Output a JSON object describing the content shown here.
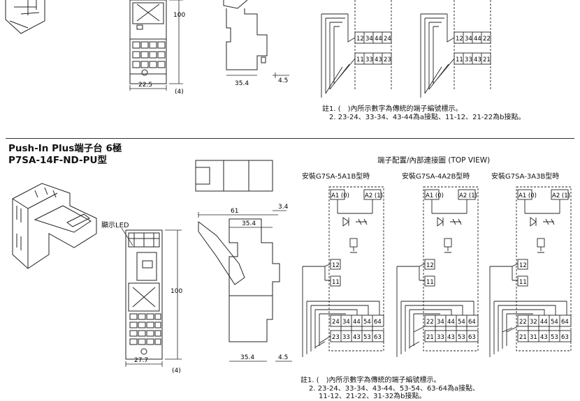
{
  "top": {
    "dims": {
      "height": "100",
      "base_width": "22.5",
      "bottom": "(4)",
      "depth": "35.4",
      "step": "4.5"
    },
    "terminals": [
      {
        "row1": [
          "12",
          "34",
          "44",
          "24"
        ],
        "row2": [
          "11",
          "33",
          "43",
          "23"
        ]
      },
      {
        "row1": [
          "12",
          "34",
          "44",
          "22"
        ],
        "row2": [
          "11",
          "33",
          "43",
          "21"
        ]
      }
    ],
    "notes": [
      "註1. (　)內所示數字為傳統的端子編號標示。",
      "2. 23-24、33-34、43-44為a接點、11-12、21-22為b接點。"
    ]
  },
  "section": {
    "title_line1": "Push-In Plus端子台 6極",
    "title_line2": "P7SA-14F-ND-PU型",
    "diagram_caption": "端子配置/內部連接圖 (TOP VIEW)",
    "led_label": "顯示LED",
    "dims": {
      "width_overall": "61",
      "inner": "35.4",
      "top_step": "3.4",
      "height": "100",
      "base_width": "27.7",
      "bottom": "(4)",
      "depth": "35.4",
      "step": "4.5"
    },
    "diagrams": [
      {
        "label": "安裝G7SA-5A1B型時",
        "a1": "A1 (0)",
        "a2": "A2 (1)",
        "b_top": "12",
        "b_bot": "11",
        "row1": [
          "24",
          "34",
          "44",
          "54",
          "64"
        ],
        "row2": [
          "23",
          "33",
          "43",
          "53",
          "63"
        ]
      },
      {
        "label": "安裝G7SA-4A2B型時",
        "a1": "A1 (0)",
        "a2": "A2 (1)",
        "b_top": "12",
        "b_bot": "11",
        "row1": [
          "22",
          "34",
          "44",
          "54",
          "64"
        ],
        "row2": [
          "21",
          "33",
          "43",
          "53",
          "63"
        ]
      },
      {
        "label": "安裝G7SA-3A3B型時",
        "a1": "A1 (0)",
        "a2": "A2 (1)",
        "b_top": "12",
        "b_bot": "11",
        "row1": [
          "22",
          "32",
          "44",
          "54",
          "64"
        ],
        "row2": [
          "21",
          "31",
          "43",
          "53",
          "63"
        ]
      }
    ],
    "notes": [
      "註1. (　)內所示數字為傳統的端子編號標示。",
      "2. 23-24、33-34、43-44、53-54、63-64為a接點、",
      "11-12、21-22、31-32為b接點。"
    ]
  }
}
